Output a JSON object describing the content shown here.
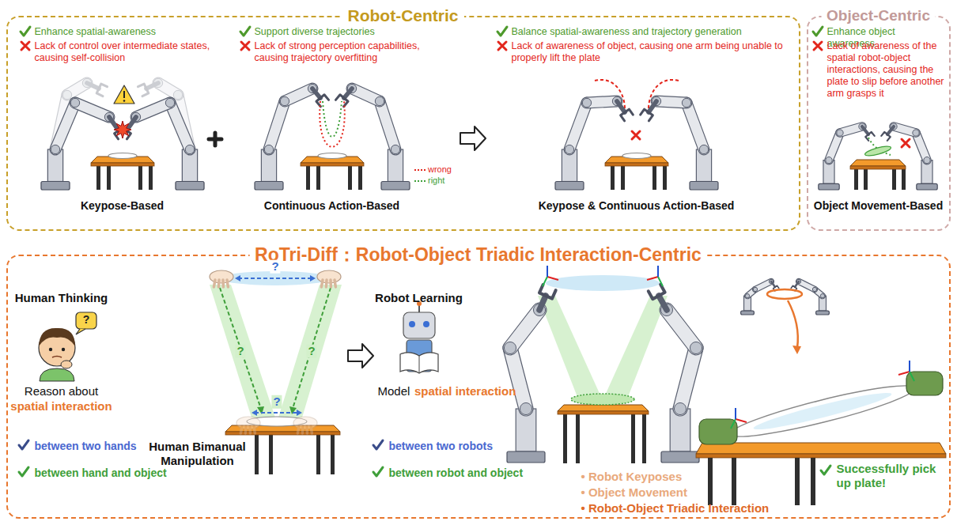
{
  "diagram": {
    "nodes": [
      {
        "text": [
          "Robot-Centric",
          "Enhance spatial-awareness",
          "Lack of control over intermediate states, causing self-collision",
          "Keypose-Based",
          "Support diverse trajectories",
          "Lack of strong perception capabilities, causing trajectory overfitting",
          "Continuous Action-Based",
          "Balance spatial-awareness and trajectory generation",
          "Lack of awareness of object, causing one arm being unable to properly lift the plate",
          "Keypose & Continuous Action-Based"
        ]
      },
      {
        "text": [
          "Object-Centric",
          "Enhance object awareness",
          "Lack of awareness of the spatial robot-object interactions, causing the plate to slip before another arm grasps it",
          "Object Movement-Based"
        ]
      },
      {
        "text": [
          "RoTri-Diff：Robot-Object Triadic Interaction-Centric",
          "Human Thinking",
          "Reason about",
          "spatial interaction",
          "between two hands",
          "between hand and object",
          "Human Bimanual Manipulation",
          "Robot Learning",
          "Model",
          "spatial interaction",
          "between two robots",
          "between robot and object",
          "• Robot Keyposes",
          "• Object Movement",
          "• Robot-Object Triadic Interaction",
          "Successfully pick up plate!"
        ]
      }
    ],
    "labels": [
      "?",
      "?",
      "?",
      "?",
      "?"
    ],
    "legend": [
      {
        "text": "wrong"
      },
      {
        "text": "right"
      }
    ]
  }
}
